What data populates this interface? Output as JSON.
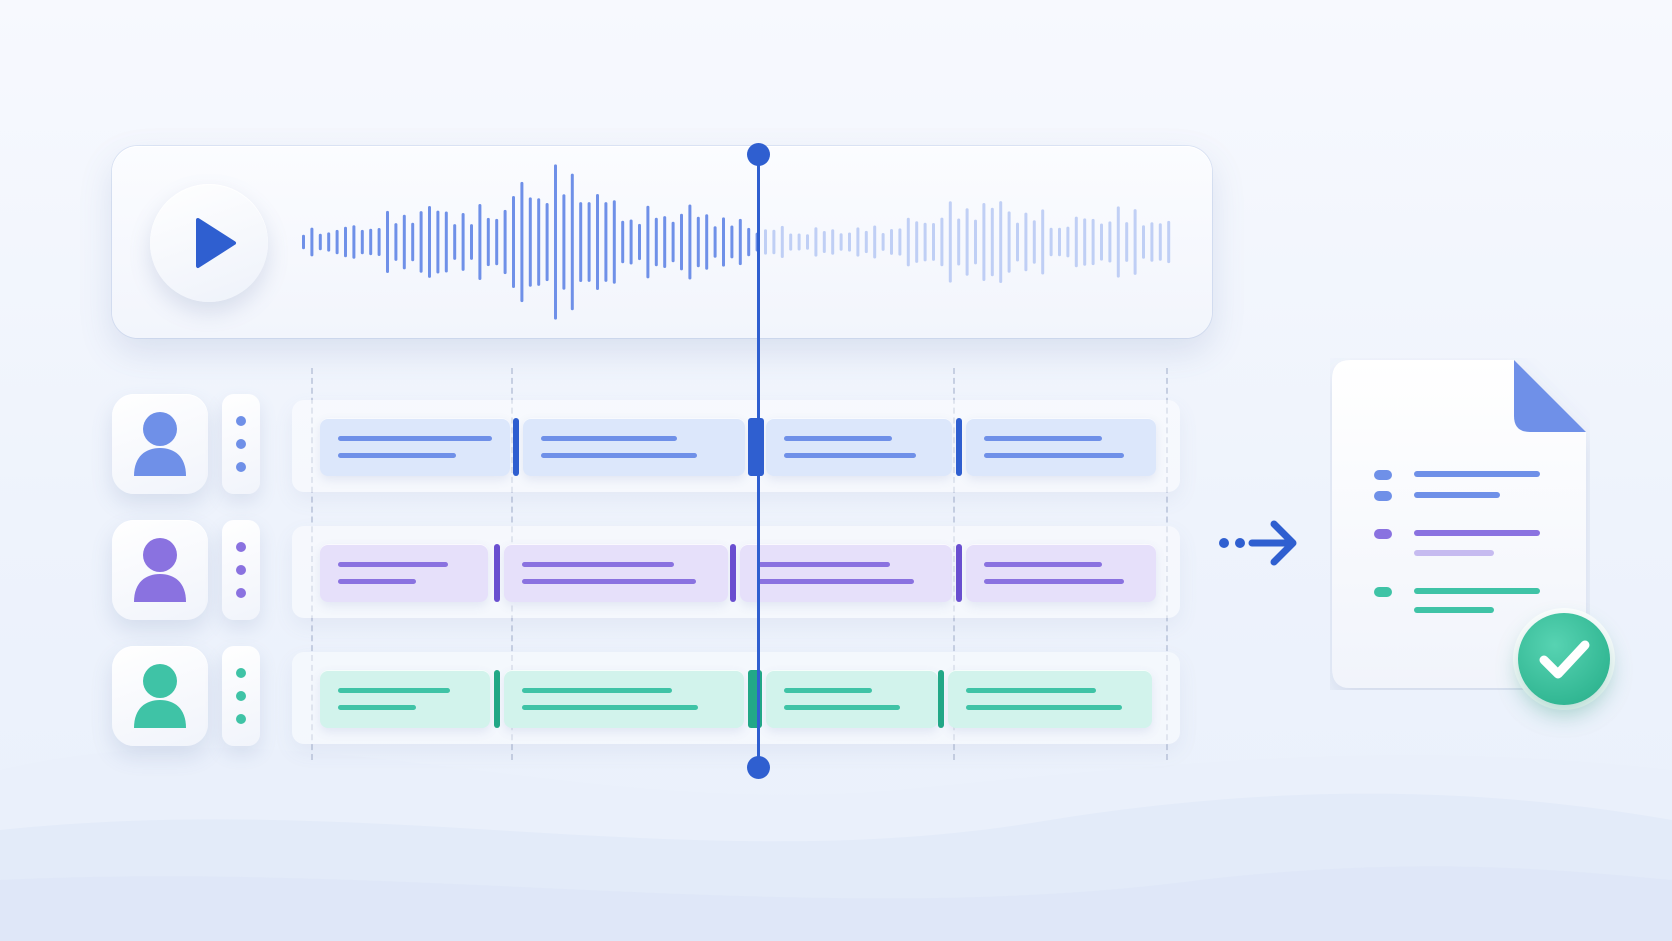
{
  "colors": {
    "accent": "#2f5fd0",
    "speaker_blue": "#6f90e8",
    "speaker_purple": "#8a72e0",
    "speaker_teal": "#3fc3a6",
    "blue_segment": "#dce7fb",
    "purple_segment": "#e6e0fa",
    "teal_segment": "#d2f3ec",
    "check": "#33b894"
  },
  "playback": {
    "progress": 0.52
  },
  "icons": {
    "play": "play-icon",
    "speaker": "user-icon",
    "more": "more-vertical-icon",
    "arrow": "arrow-right-icon",
    "document": "document-icon",
    "check": "check-icon"
  },
  "tracks": [
    {
      "speaker": "speaker-1",
      "color": "blue"
    },
    {
      "speaker": "speaker-2",
      "color": "purple"
    },
    {
      "speaker": "speaker-3",
      "color": "teal"
    }
  ]
}
